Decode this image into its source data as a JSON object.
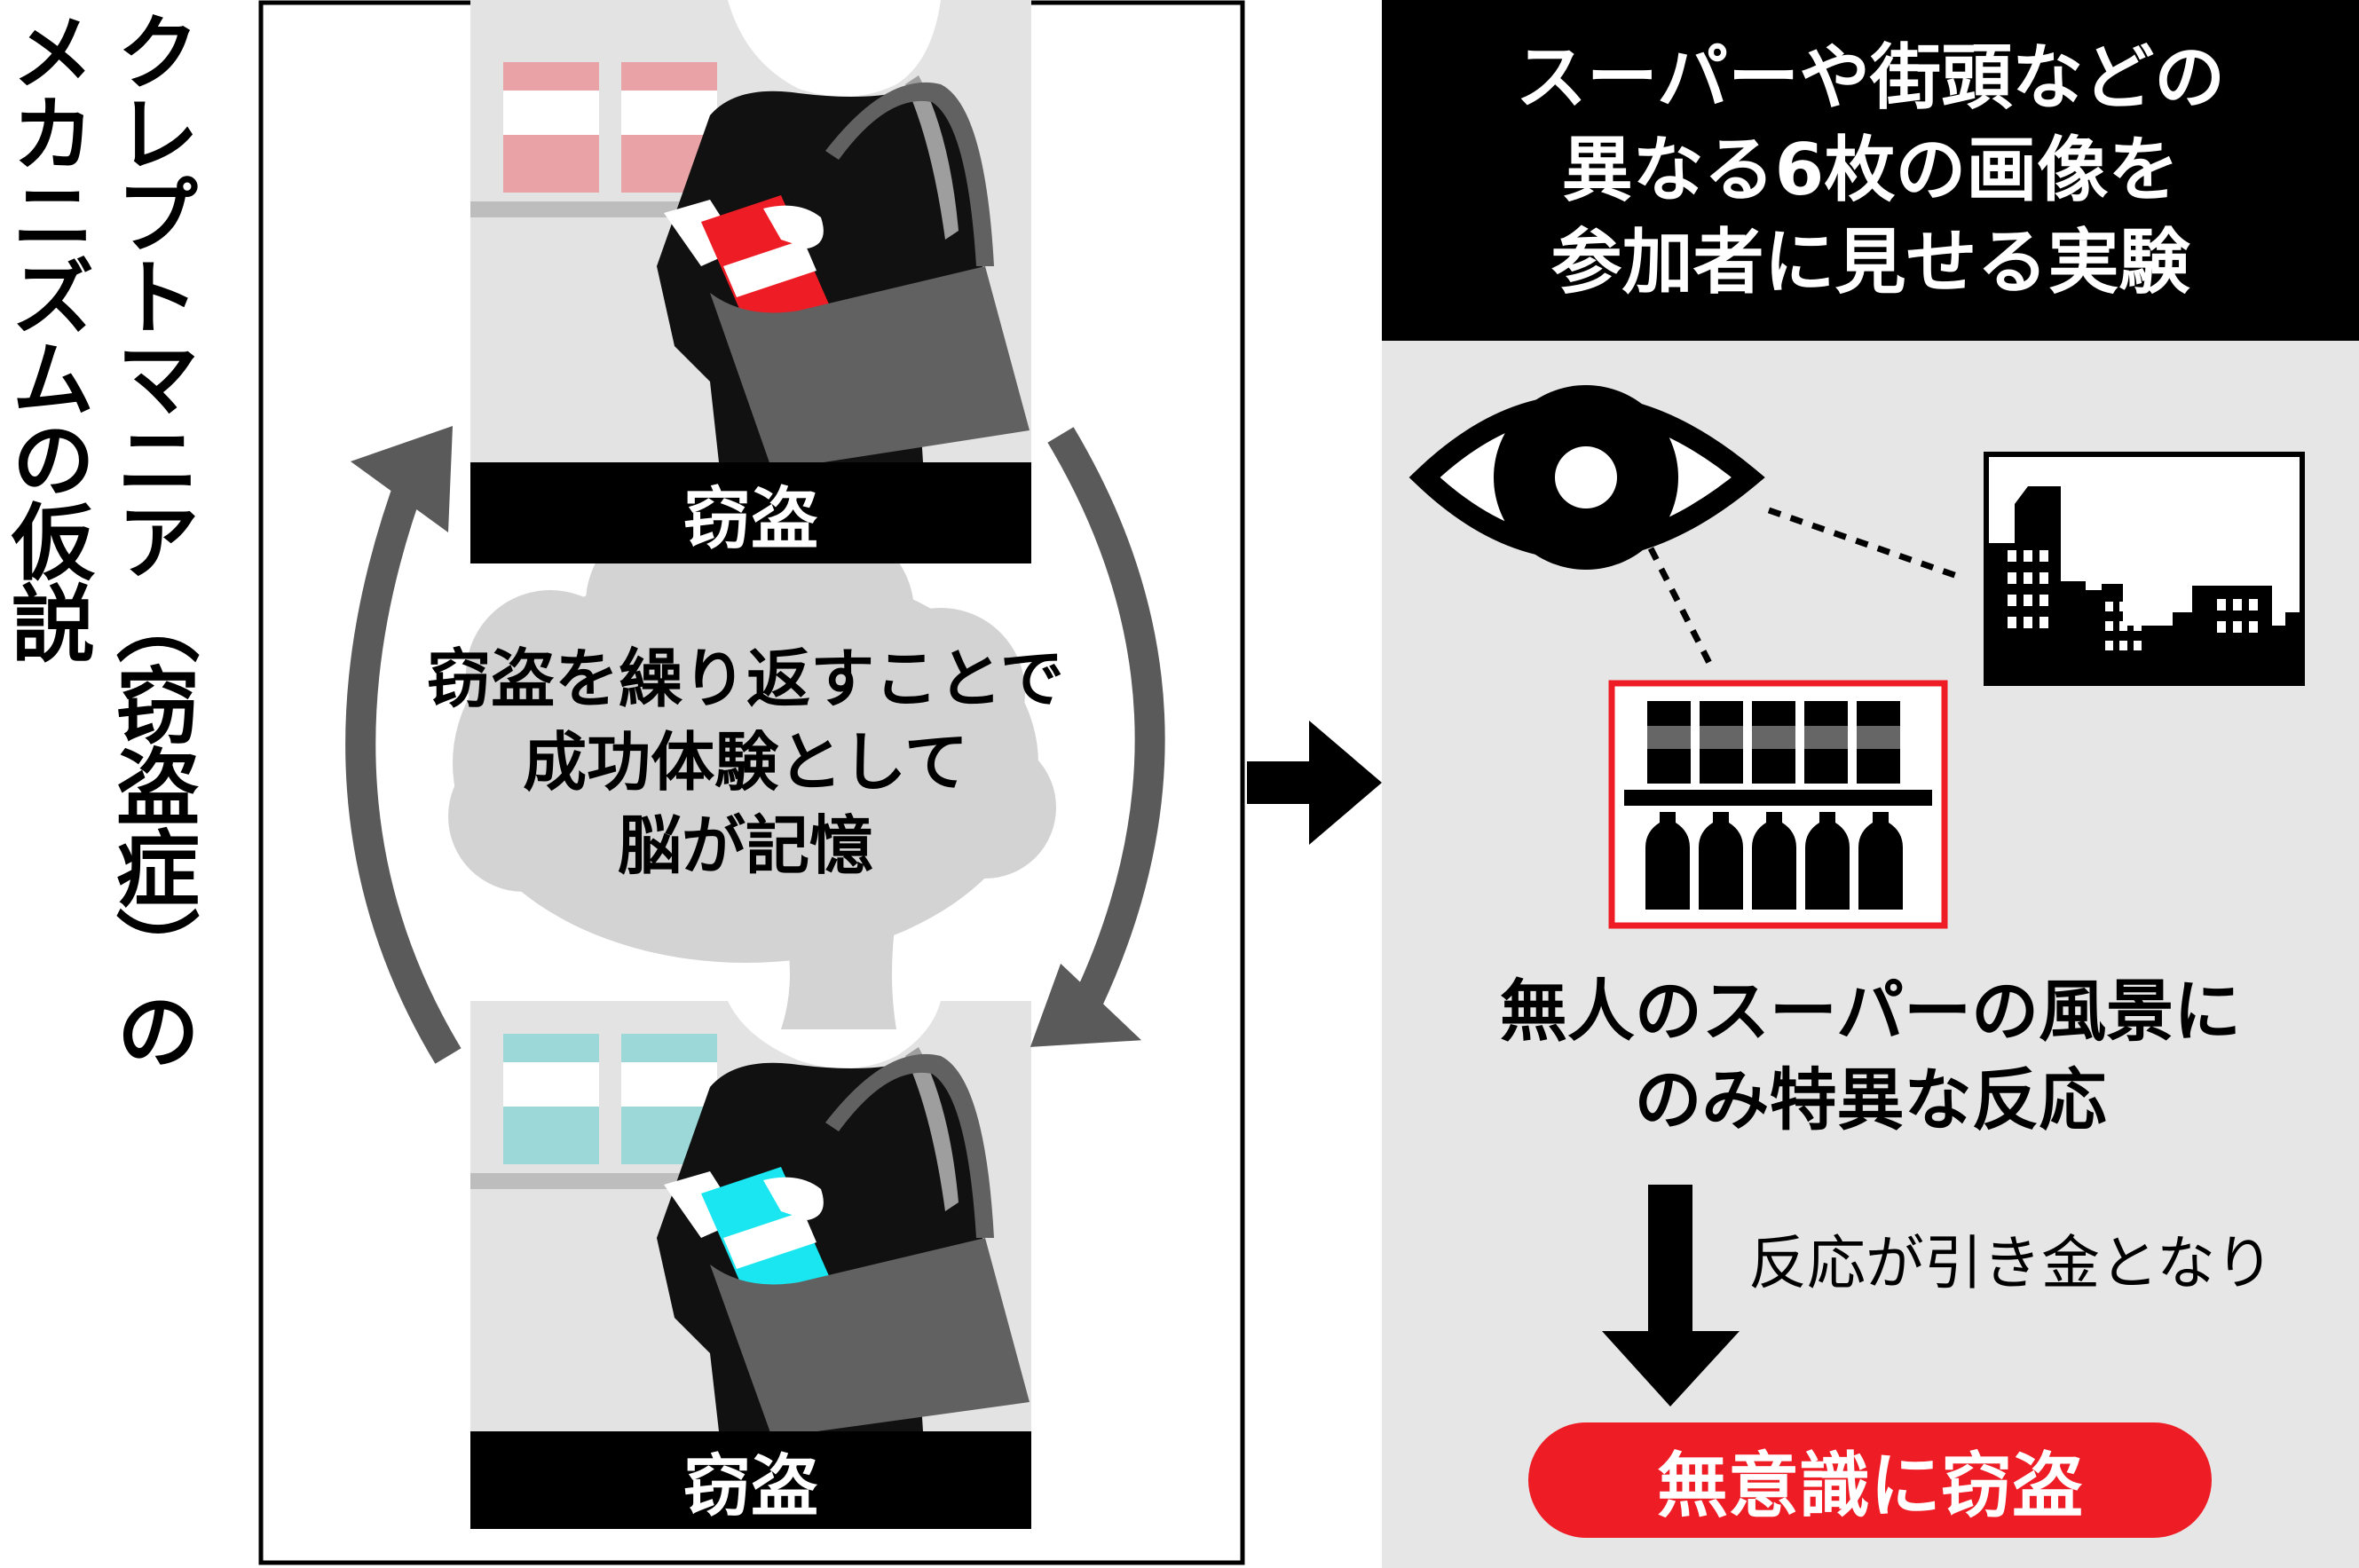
{
  "title": {
    "line1": "クレプトマニア（窃盗症）の",
    "line2": "メカニズムの仮説"
  },
  "cycle": {
    "top_label": "窃盗",
    "bottom_label": "窃盗",
    "brain_text": [
      "窃盗を繰り返すことで",
      "成功体験として",
      "脳が記憶"
    ]
  },
  "experiment": {
    "header": [
      "スーパーや街頭などの",
      "異なる6枚の画像を",
      "参加者に見せる実験"
    ],
    "result": [
      "無人のスーパーの風景に",
      "のみ特異な反応"
    ],
    "trigger": "反応が引き金となり",
    "final": "無意識に窃盗"
  },
  "colors": {
    "accent_red": "#ee1c24",
    "product_pink": "#e9a3a6",
    "product_cyan": "#9cd8d8",
    "bag_gray": "#616161",
    "arrow_gray": "#5a5a5a",
    "brain_gray": "#d3d3d3",
    "panel_gray": "#e6e6e6"
  },
  "icons": [
    "woman-shoplifting-icon",
    "shopping-bag-icon",
    "brain-icon",
    "eye-icon",
    "city-buildings-icon",
    "supermarket-shelf-icon"
  ]
}
